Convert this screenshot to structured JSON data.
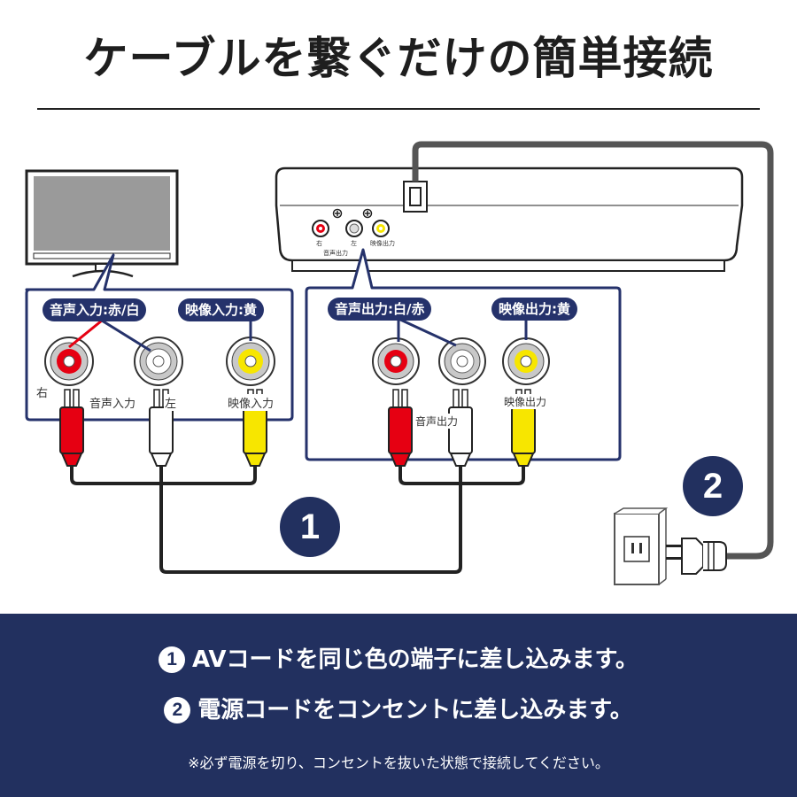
{
  "title": "ケーブルを繋ぐだけの簡単接続",
  "tv_panel": {
    "audio_tag": "音声入力:赤/白",
    "video_tag": "映像入力:黄",
    "label_right": "右",
    "label_audio_in": "音声入力",
    "label_left": "左",
    "label_video_in": "映像入力"
  },
  "device_panel": {
    "audio_tag": "音声出力:白/赤",
    "video_tag": "映像出力:黄",
    "label_audio_out": "音声出力",
    "label_video_out": "映像出力"
  },
  "device_back": {
    "label_right": "右",
    "label_left": "左",
    "label_audio_out": "音声出力",
    "label_video_out": "映像出力"
  },
  "steps": {
    "one": "1",
    "two": "2"
  },
  "instructions": [
    {
      "num": "1",
      "text": "AVコードを同じ色の端子に差し込みます。"
    },
    {
      "num": "2",
      "text": "電源コードをコンセントに差し込みます。"
    }
  ],
  "note": "※必ず電源を切り、コンセントを抜いた状態で接続してください。",
  "colors": {
    "navy": "#22305f",
    "panel_border": "#25326b",
    "red": "#e60012",
    "white_plug": "#ffffff",
    "yellow": "#f7e600"
  }
}
